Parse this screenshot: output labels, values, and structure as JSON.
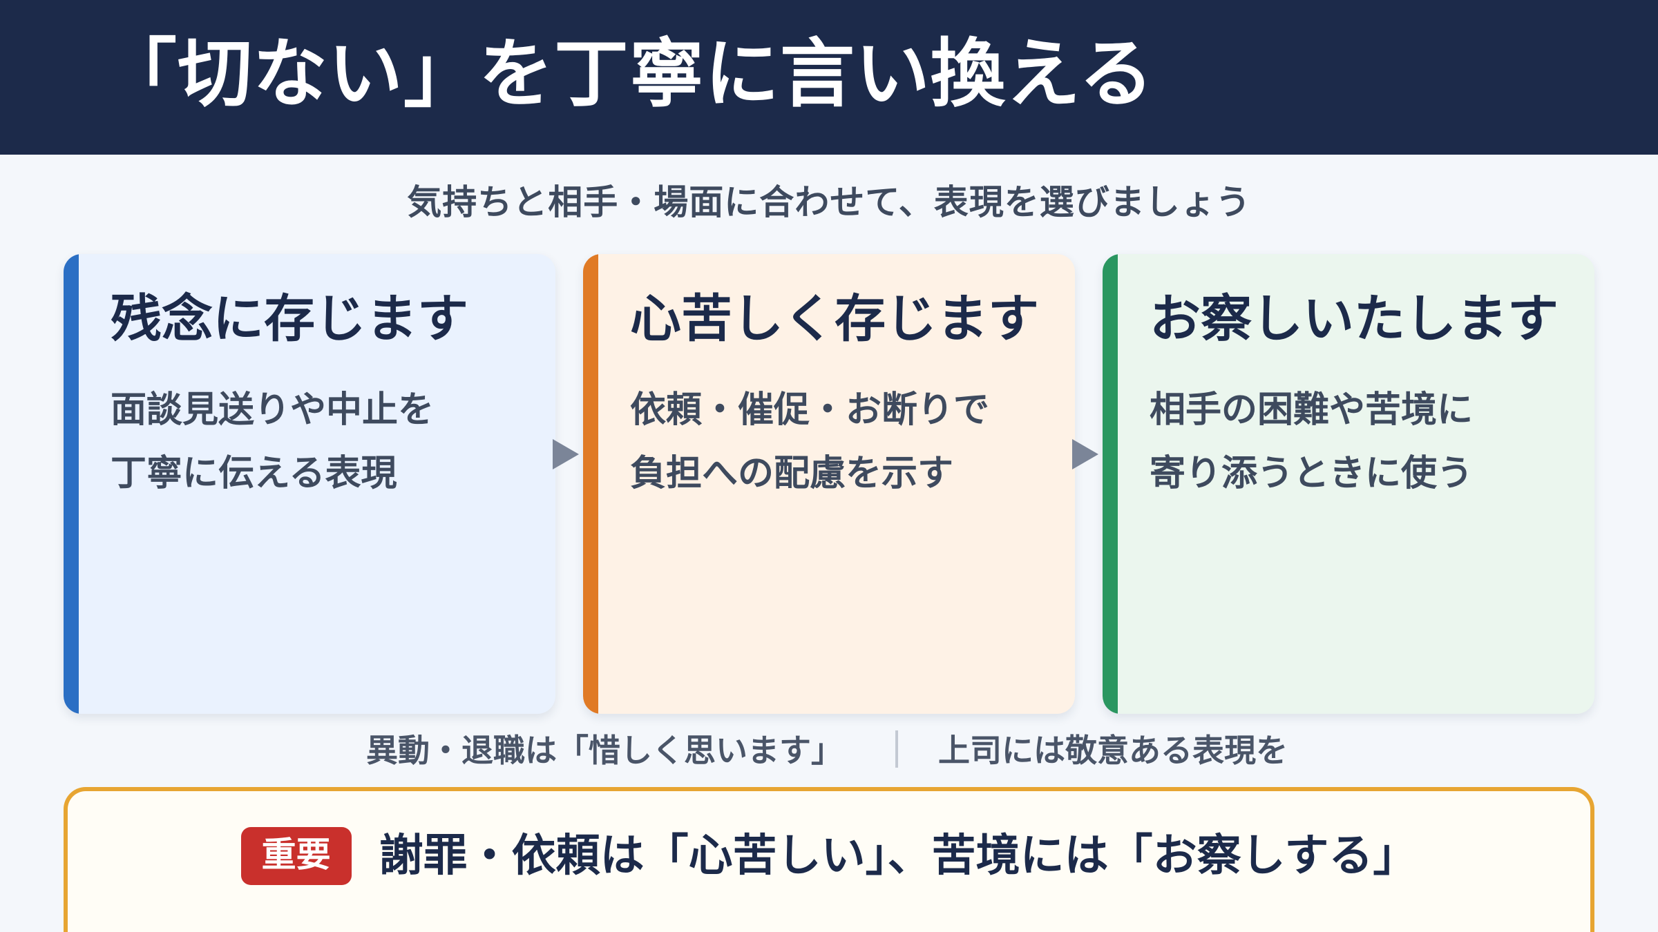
{
  "header": {
    "title": "「切ない」を丁寧に言い換える"
  },
  "subtitle": "気持ちと相手・場面に合わせて、表現を選びましょう",
  "cards": [
    {
      "title": "残念に存じます",
      "desc_line1": "面談見送りや中止を",
      "desc_line2": "丁寧に伝える表現"
    },
    {
      "title": "心苦しく存じます",
      "desc_line1": "依頼・催促・お断りで",
      "desc_line2": "負担への配慮を示す"
    },
    {
      "title": "お察しいたします",
      "desc_line1": "相手の困難や苦境に",
      "desc_line2": "寄り添うときに使う"
    }
  ],
  "notes": {
    "left": "異動・退職は「惜しく思います」",
    "right": "上司には敬意ある表現を"
  },
  "callout": {
    "badge": "重要",
    "text": "謝罪・依頼は「心苦しい」、苦境には「お察しする」"
  },
  "colors": {
    "header_bg": "#1c2a4a",
    "card_blue_accent": "#2b6fc4",
    "card_orange_accent": "#e07a25",
    "card_green_accent": "#2a9660",
    "callout_border": "#e7a532",
    "badge_bg": "#c9302c"
  }
}
